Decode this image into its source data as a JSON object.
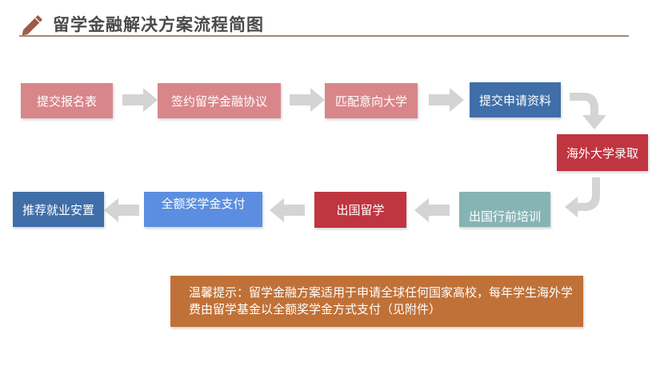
{
  "title": "留学金融解决方案流程简图",
  "steps": [
    {
      "label": "提交报名表"
    },
    {
      "label": "签约留学金融协议"
    },
    {
      "label": "匹配意向大学"
    },
    {
      "label": "提交申请资料"
    },
    {
      "label": "海外大学录取"
    },
    {
      "label": "出国行前培训"
    },
    {
      "label": "出国留学"
    },
    {
      "label": "全额奖学金支付"
    },
    {
      "label": "推荐就业安置"
    }
  ],
  "note": "温馨提示：留学金融方案适用于申请全球任何国家高校，每年学生海外学费由留学基金以全额奖学金方式支付（见附件）",
  "colors": {
    "pink": "#d9868b",
    "blue": "#3f6ea8",
    "red": "#bf3540",
    "light_blue": "#5b8ee0",
    "teal": "#86b4b4",
    "note_bg": "#c07137",
    "arrow": "#d4d4d4",
    "title_rule": "#a48a78"
  },
  "icons": [
    "pencil-icon",
    "arrow-right-icon",
    "arrow-left-icon",
    "curved-arrow-down-icon"
  ]
}
